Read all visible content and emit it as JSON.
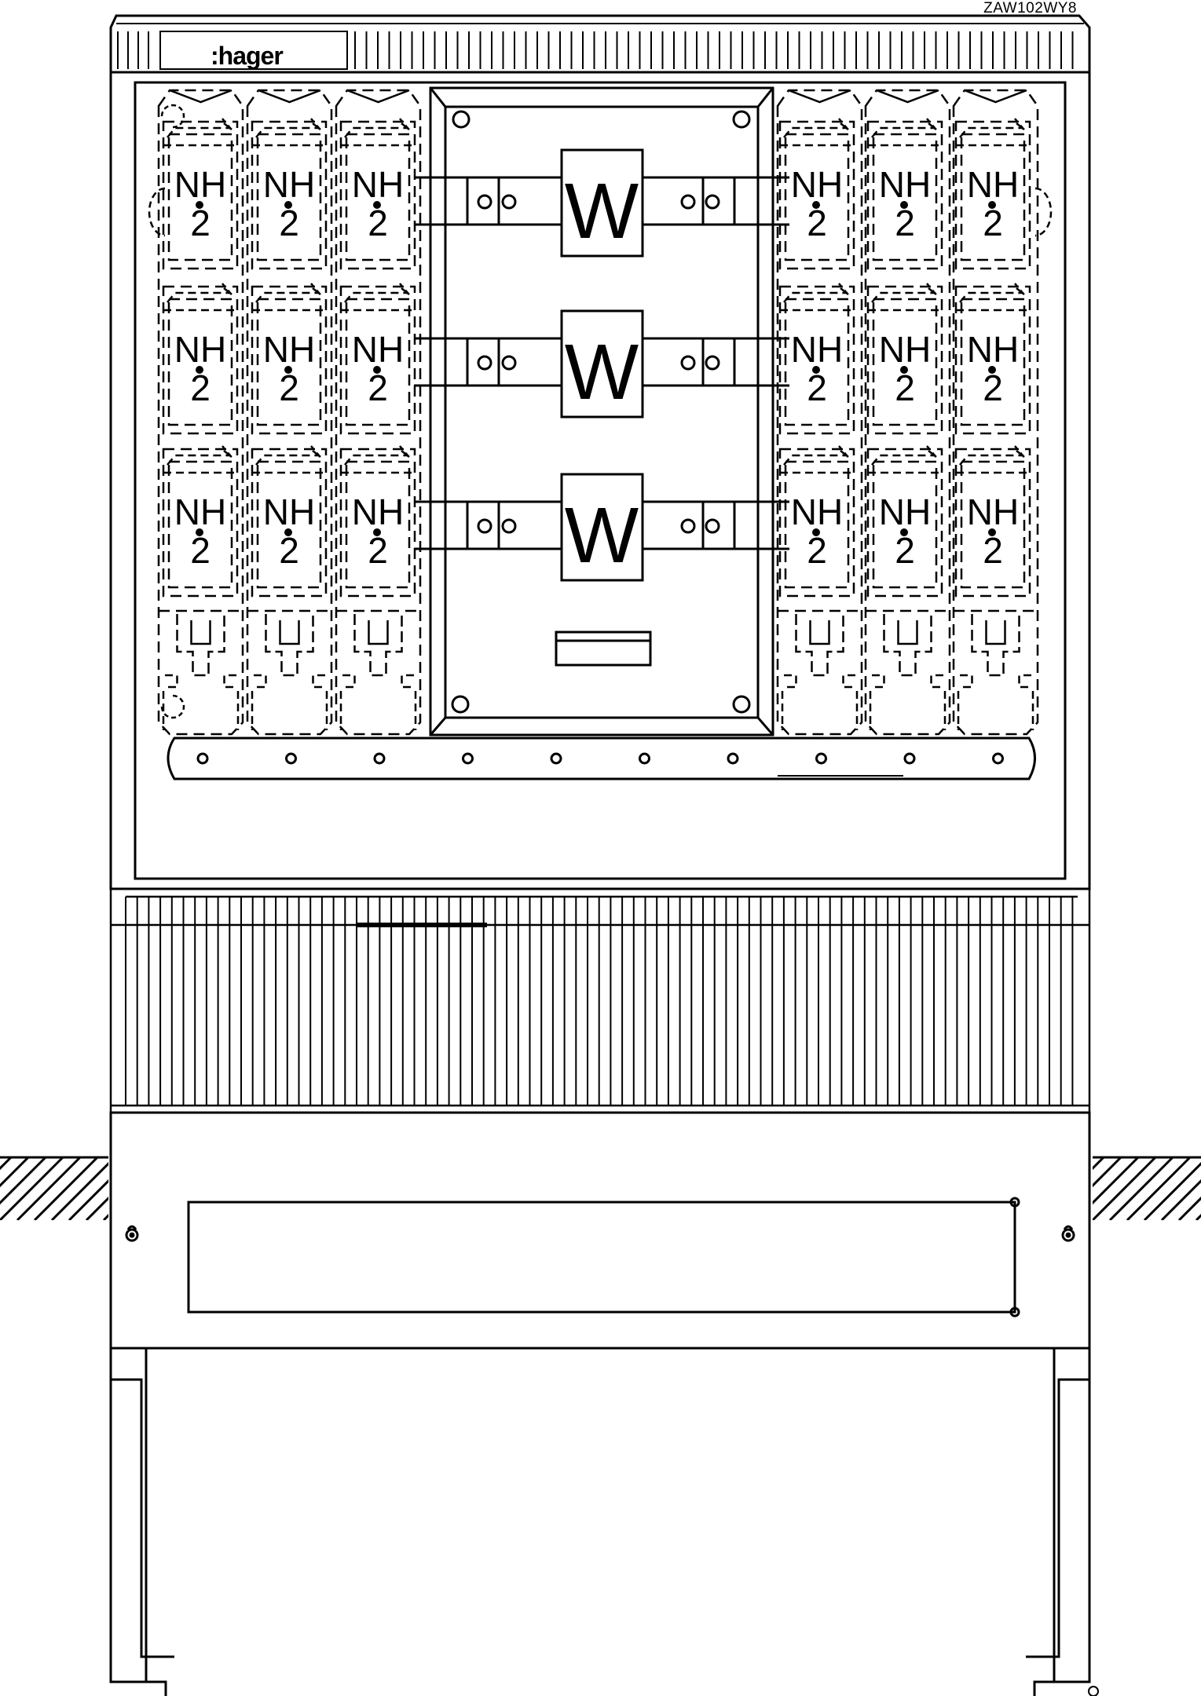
{
  "drawing": {
    "product_code": "ZAW102WY8",
    "brand": ":hager",
    "fuse_label_line1": "NH",
    "fuse_label_line2": "2",
    "switch_label": "W",
    "fuse_rows": 3,
    "fuse_columns_per_side": 3,
    "switch_count": 3,
    "terminal_count": 10,
    "colors": {
      "line": "#000000",
      "background": "#ffffff"
    }
  }
}
